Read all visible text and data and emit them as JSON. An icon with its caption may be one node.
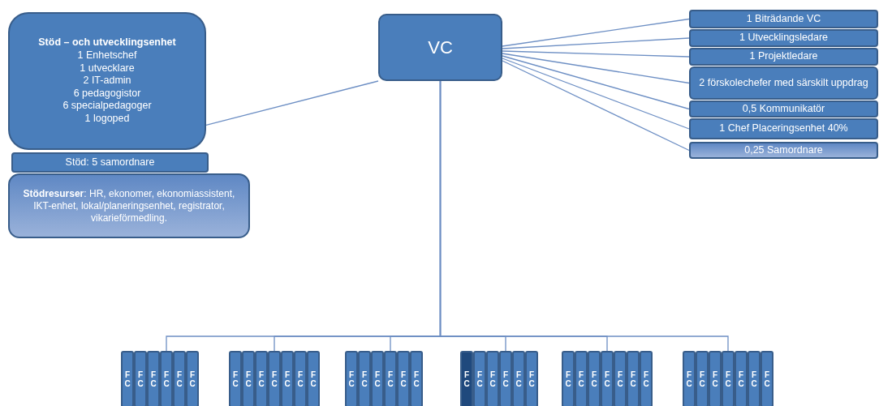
{
  "diagram": {
    "nodes": [
      {
        "text": [
          "VC"
        ]
      },
      {
        "text": [
          "Stöd – och utvecklingsenhet",
          "1 Enhetschef",
          "1 utvecklare",
          "2 IT-admin",
          "6 pedagogistor",
          "6 specialpedagoger",
          "1 logoped"
        ]
      },
      {
        "text": [
          "Stöd: 5 samordnare"
        ]
      },
      {
        "text": [
          "**Stödresurser**: HR, ekonomer, ekonomiassistent, IKT-enhet, lokal/planeringsenhet, registrator, vikarieförmedling."
        ]
      },
      {
        "text": [
          "1 Biträdande VC"
        ]
      },
      {
        "text": [
          "1 Utvecklingsledare"
        ]
      },
      {
        "text": [
          "1 Projektledare"
        ]
      },
      {
        "text": [
          "2 förskolechefer med särskilt uppdrag"
        ]
      },
      {
        "text": [
          "0,5 Kommunikatör"
        ]
      },
      {
        "text": [
          "1 Chef Placeringsenhet 40%"
        ]
      },
      {
        "text": [
          "0,25 Samordnare"
        ]
      },
      {
        "text": [
          "FC"
        ]
      },
      {
        "text": [
          "FC"
        ]
      },
      {
        "text": [
          "FC"
        ]
      },
      {
        "text": [
          "FC"
        ]
      },
      {
        "text": [
          "FC"
        ]
      },
      {
        "text": [
          "FC"
        ]
      },
      {
        "text": [
          "FC"
        ]
      },
      {
        "text": [
          "FC"
        ]
      },
      {
        "text": [
          "FC"
        ]
      },
      {
        "text": [
          "FC"
        ]
      },
      {
        "text": [
          "FC"
        ]
      },
      {
        "text": [
          "FC"
        ]
      },
      {
        "text": [
          "FC"
        ]
      },
      {
        "text": [
          "FC"
        ]
      },
      {
        "text": [
          "FC"
        ]
      },
      {
        "text": [
          "FC"
        ]
      },
      {
        "text": [
          "FC"
        ]
      },
      {
        "text": [
          "FC"
        ]
      },
      {
        "text": [
          "FC"
        ]
      },
      {
        "text": [
          "FC"
        ]
      },
      {
        "text": [
          "FC"
        ]
      },
      {
        "text": [
          "FC"
        ]
      },
      {
        "text": [
          "FC"
        ]
      },
      {
        "text": [
          "FC"
        ]
      },
      {
        "text": [
          "FC"
        ]
      },
      {
        "text": [
          "FC"
        ]
      },
      {
        "text": [
          "FC"
        ]
      },
      {
        "text": [
          "FC"
        ]
      },
      {
        "text": [
          "FC"
        ]
      },
      {
        "text": [
          "FC"
        ]
      },
      {
        "text": [
          "FC"
        ]
      },
      {
        "text": [
          "FC"
        ]
      },
      {
        "text": [
          "FC"
        ]
      },
      {
        "text": [
          "FC"
        ]
      },
      {
        "text": [
          "FC"
        ]
      },
      {
        "text": [
          "FC"
        ]
      },
      {
        "text": [
          "FC"
        ]
      },
      {
        "text": [
          "FC"
        ]
      },
      {
        "text": [
          "FC"
        ]
      }
    ],
    "edges": [
      {
        "from": 0,
        "to": 1,
        "arrow": "none"
      },
      {
        "from": 0,
        "to": 4,
        "arrow": "none"
      },
      {
        "from": 0,
        "to": 5,
        "arrow": "none"
      },
      {
        "from": 0,
        "to": 6,
        "arrow": "none"
      },
      {
        "from": 0,
        "to": 7,
        "arrow": "none"
      },
      {
        "from": 0,
        "to": 8,
        "arrow": "none"
      },
      {
        "from": 0,
        "to": 9,
        "arrow": "none"
      },
      {
        "from": 0,
        "to": 10,
        "arrow": "none"
      },
      {
        "from": 0,
        "to": 14,
        "arrow": "none"
      },
      {
        "from": 0,
        "to": 20,
        "arrow": "none"
      },
      {
        "from": 0,
        "to": 27,
        "arrow": "none"
      },
      {
        "from": 0,
        "to": 33,
        "arrow": "none"
      },
      {
        "from": 0,
        "to": 39,
        "arrow": "none"
      },
      {
        "from": 0,
        "to": 46,
        "arrow": "none"
      }
    ]
  }
}
